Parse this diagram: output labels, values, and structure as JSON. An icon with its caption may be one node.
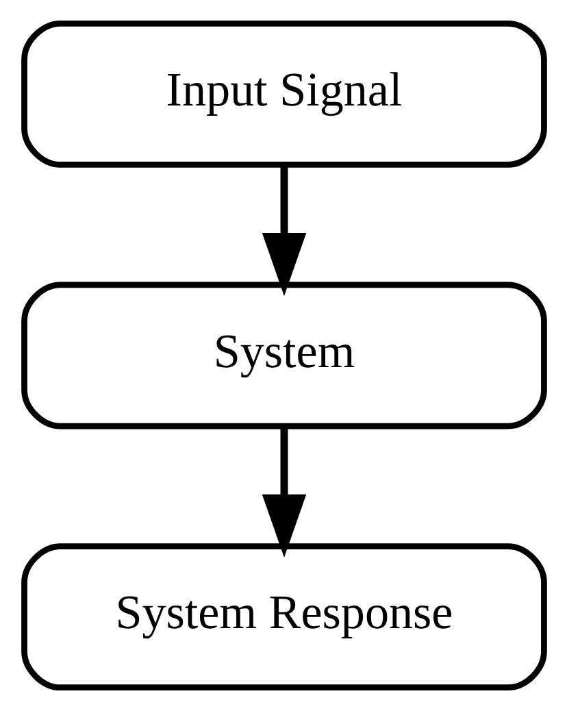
{
  "diagram": {
    "nodes": [
      {
        "text": [
          "Input Signal"
        ]
      },
      {
        "text": [
          "System"
        ]
      },
      {
        "text": [
          "System Response"
        ]
      }
    ],
    "edges": [
      {
        "from": 0,
        "to": 1,
        "arrow": "to"
      },
      {
        "from": 1,
        "to": 2,
        "arrow": "to"
      }
    ]
  }
}
